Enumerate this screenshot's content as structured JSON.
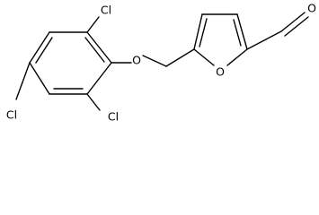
{
  "atoms": {
    "cl_top": "Cl",
    "cl_left": "Cl",
    "cl_right": "Cl",
    "ether_o": "O",
    "furan_o": "O",
    "aldehyde_o": "O"
  },
  "colors": {
    "ink": "#000000",
    "background": "#ffffff"
  }
}
